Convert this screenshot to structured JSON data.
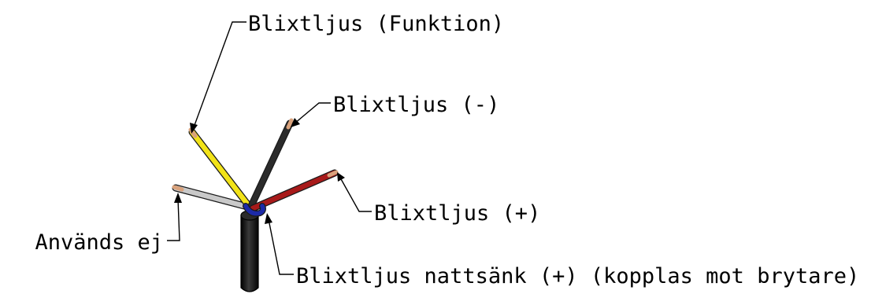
{
  "colors": {
    "yellow_wire": "#f2e318",
    "black_wire": "#2b2b2b",
    "red_wire": "#a81a1a",
    "gray_wire": "#c9c9c9",
    "blue_wire": "#1c2aa8",
    "copper_tip": "#d9a27c",
    "cable_jacket": "#151515"
  },
  "labels": {
    "yellow": "Blixtljus (Funktion)",
    "black": "Blixtljus (-)",
    "red": "Blixtljus (+)",
    "gray": "Används ej",
    "blue": "Blixtljus nattsänk (+) (kopplas mot brytare)"
  }
}
